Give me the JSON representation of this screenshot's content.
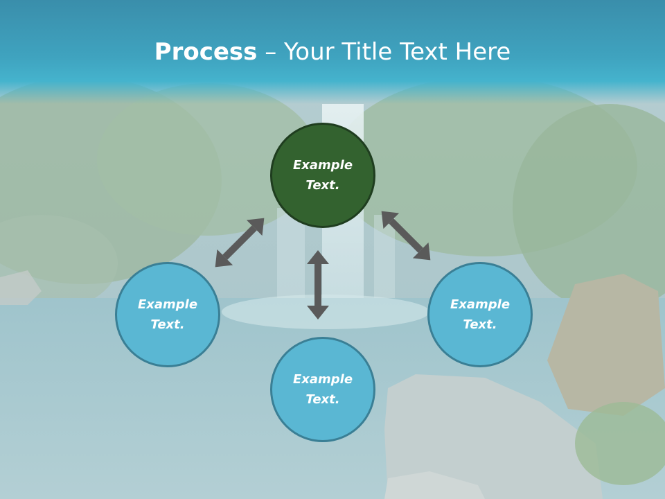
{
  "title": {
    "bold": "Process",
    "dash": " – ",
    "rest": "Your Title Text Here"
  },
  "nodes": {
    "top": {
      "line1": "Example",
      "line2": "Text."
    },
    "left": {
      "line1": "Example",
      "line2": "Text."
    },
    "bottom": {
      "line1": "Example",
      "line2": "Text."
    },
    "right": {
      "line1": "Example",
      "line2": "Text."
    }
  },
  "colors": {
    "center_fill": "#33622f",
    "node_fill": "#5ab7d3",
    "node_border": "#3a7f95",
    "arrow": "#5a5a5a",
    "header": "#3fa3bf"
  }
}
